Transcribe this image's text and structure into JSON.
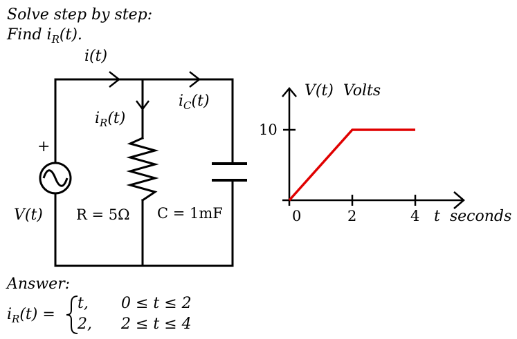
{
  "header": {
    "line1": "Solve step by step:",
    "line2_prefix": "Find ",
    "line2_var": "i",
    "line2_sub": "R",
    "line2_suffix": "(t)."
  },
  "circuit": {
    "source_current": {
      "var": "i",
      "arg": "(t)"
    },
    "resistor_current": {
      "var": "i",
      "sub": "R",
      "arg": "(t)"
    },
    "capacitor_current": {
      "var": "i",
      "sub": "C",
      "arg": "(t)"
    },
    "source_label": "V(t)",
    "plus_sign": "+",
    "resistor_label": "R = 5Ω",
    "capacitor_label": "C = 1mF"
  },
  "chart_data": {
    "type": "line",
    "ylabel": "V(t)  Volts",
    "xlabel": "t  seconds",
    "x_ticks": [
      "0",
      "2",
      "4"
    ],
    "y_ticks": [
      "10"
    ],
    "series": [
      {
        "x": [
          0,
          2,
          4
        ],
        "y": [
          0,
          10,
          10
        ],
        "color": "#e00000"
      }
    ]
  },
  "answer": {
    "title": "Answer:",
    "lhs_var": "i",
    "lhs_sub": "R",
    "lhs_arg": "(t) =",
    "cases": [
      {
        "value": "t,",
        "condition": "0 ≤ t ≤ 2"
      },
      {
        "value": "2,",
        "condition": "2 ≤ t ≤ 4"
      }
    ]
  }
}
